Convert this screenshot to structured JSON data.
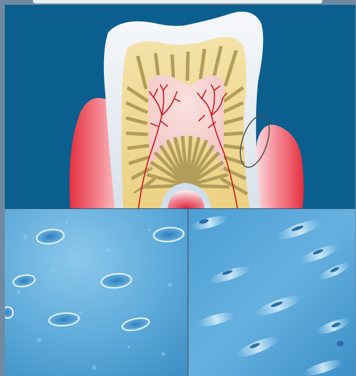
{
  "figure": {
    "top_panel": "tooth-cross-section",
    "bottom_left_panel": "tubule-micrograph-open",
    "bottom_right_panel": "tubule-micrograph-occluded"
  },
  "colors": {
    "background": "#0b5f8e",
    "enamel": "#e6ecf2",
    "dentin": "#f0d98e",
    "pulp": "#f6cfcd",
    "vessels": "#c9141e",
    "gum": "#e3404f",
    "tubules": "#b39d5a",
    "micrograph": "#5aa8d8"
  },
  "annotation": {
    "callout_shape": "ellipse"
  }
}
